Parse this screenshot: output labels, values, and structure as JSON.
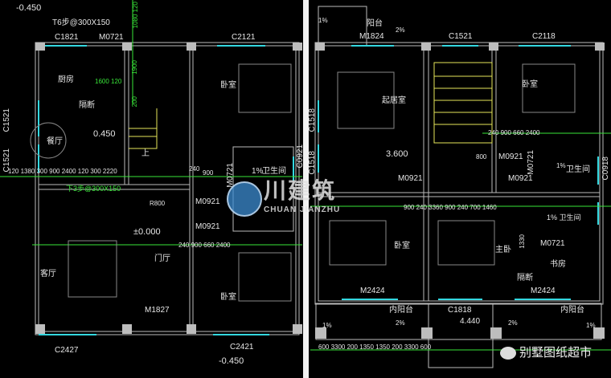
{
  "left_plan": {
    "elev_top": "-0.450",
    "step_top": "T6步@300X150",
    "c1821": "C1821",
    "m0721_top": "M0721",
    "c2121": "C2121",
    "dim_1080": "1080 120",
    "kitchen": "厨房",
    "dim_1600": "1600 120",
    "partition": "隔断",
    "dim_1900": "1900",
    "dim_200": "200",
    "bedroom_ne": "卧室",
    "c1521_a": "C1521",
    "c1521_b": "C1521",
    "dining": "餐厅",
    "elev_dining": "0.450",
    "up": "上",
    "dims_row": "120 1380 300 900 2400 120 300 2220",
    "dim_240": "240",
    "dim_900": "900",
    "m0721_v": "M0721",
    "pct_bath": "1%",
    "bath": "卫生间",
    "c0921": "C0921",
    "step_mid": "下3步@300X150",
    "r800": "R800",
    "m0921_a": "M0921",
    "m0921_b": "M0921",
    "elev_zero": "±0.000",
    "foyer": "门厅",
    "living": "客厅",
    "dims_row2": "240  900  660   2400",
    "m1827": "M1827",
    "bedroom_se": "卧室",
    "c2427": "C2427",
    "c2421": "C2421",
    "elev_bottom": "-0.450"
  },
  "right_plan": {
    "pct_balc": "1%",
    "balcony": "阳台",
    "pct_balc2": "2%",
    "m1824": "M1824",
    "c1521": "C1521",
    "c2118": "C2118",
    "family_room": "起居室",
    "bedroom_ne": "卧室",
    "c1518_a": "C1518",
    "c1518_b": "C1518",
    "elev": "3.600",
    "dim_800": "800",
    "m0921_a": "M0921",
    "m0921_b": "M0921",
    "m0921_c": "M0921",
    "dims_row": "240 900 660  2400",
    "m0721_v": "M0721",
    "pct_bath": "1%",
    "bath": "卫生间",
    "c0918": "C0918",
    "dims_row2": "900 240      3360           900 240 700  1460",
    "bath2": "1% 卫生间",
    "bedroom_sw": "卧室",
    "master": "主卧",
    "dim_1330": "1330",
    "m0721": "M0721",
    "study": "书房",
    "partition": "隔断",
    "m2424_a": "M2424",
    "m2424_b": "M2424",
    "inner_balc_a": "内阳台",
    "c1818": "C1818",
    "elev_stair": "4.440",
    "inner_balc_b": "内阳台",
    "pct_a": "2%",
    "pct_b": "2%",
    "pct_c": "1%",
    "pct_d": "1%",
    "dims_bottom": "600      3300      200  1350  1350  200     3300     600"
  },
  "logo": {
    "cn": "川建筑",
    "en": "CHUAN JIANZHU"
  },
  "watermark": "别墅图纸超市"
}
